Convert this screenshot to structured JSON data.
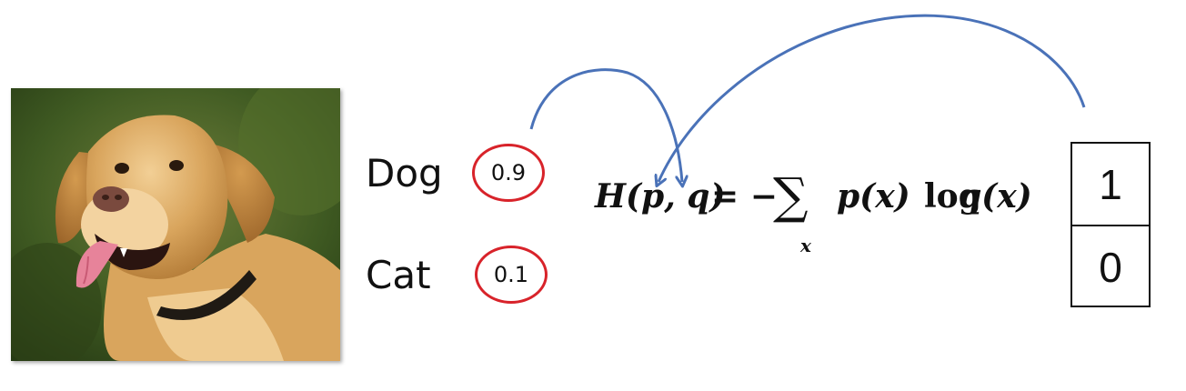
{
  "classes": {
    "dog_label": "Dog",
    "cat_label": "Cat"
  },
  "predictions": {
    "dog": "0.9",
    "cat": "0.1"
  },
  "formula": {
    "lhs": "H(p, q)",
    "equals": "= −",
    "sigma": "∑",
    "subscript": "x",
    "term_p": "p(x)",
    "term_log": "log",
    "term_q": "q(x)"
  },
  "one_hot": {
    "dog": "1",
    "cat": "0"
  },
  "colors": {
    "circle": "#d8232a",
    "arrow": "#4a72b8",
    "text": "#111111"
  },
  "icons": {
    "photo": "dog-photo",
    "arrows": "curved-arrows"
  }
}
